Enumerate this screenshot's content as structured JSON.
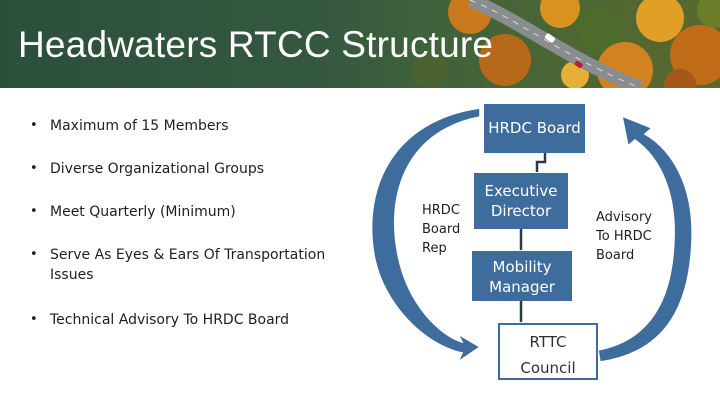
{
  "slide": {
    "title": "Headwaters RTCC Structure"
  },
  "bullets": [
    "Maximum of 15 Members",
    "Diverse Organizational Groups",
    "Meet Quarterly (Minimum)",
    "Serve As Eyes & Ears Of Transportation Issues",
    "Technical Advisory To HRDC Board"
  ],
  "org": {
    "hrdc_board": "HRDC Board",
    "executive_director": [
      "Executive",
      "Director"
    ],
    "mobility_manager": [
      "Mobility",
      "Manager"
    ],
    "rttc": [
      "RTTC",
      "Council"
    ],
    "left_label": [
      "HRDC",
      "Board",
      "Rep"
    ],
    "right_label": [
      "Advisory",
      "To HRDC",
      "Board"
    ]
  },
  "colors": {
    "box_fill": "#3e6c9c",
    "arrow_fill": "#3e6c9c",
    "arrow_stroke": "#ffffff",
    "banner_green": "#2c4f3c",
    "foliage_orange": "#d9861f",
    "road_gray": "#8a8d8f"
  }
}
